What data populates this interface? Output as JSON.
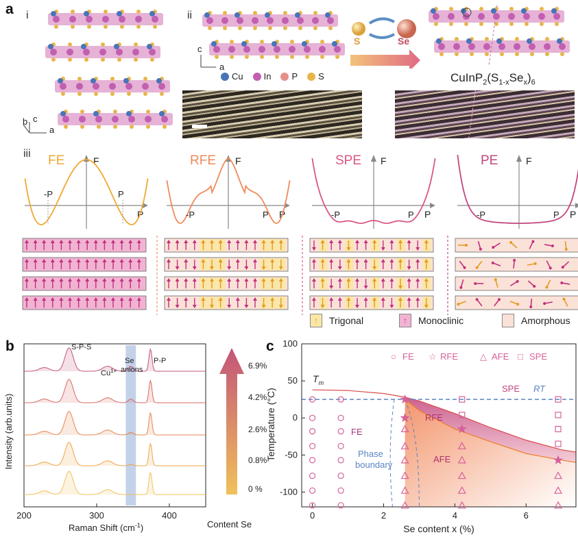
{
  "panel_a": {
    "label": "a",
    "sub_i": "i",
    "sub_ii": "ii",
    "sub_iii": "iii",
    "axes_i": {
      "b": "b",
      "c": "c",
      "a": "a"
    },
    "axes_ii": {
      "c": "c",
      "a": "a"
    },
    "legend_atoms": [
      {
        "label": "Cu",
        "color": "#4a74b8"
      },
      {
        "label": "In",
        "color": "#c25fb0"
      },
      {
        "label": "P",
        "color": "#e58f8a"
      },
      {
        "label": "S",
        "color": "#e8b54a"
      }
    ],
    "swap_s": "S",
    "swap_se": "Se",
    "formula_main": "CuInP",
    "formula_sub1": "2",
    "formula_mid": "(S",
    "formula_sub2": "1-x",
    "formula_se": "Se",
    "formula_sub3": "x",
    "formula_end": ")",
    "formula_sub4": "6",
    "energy_panels": [
      {
        "name": "FE",
        "color": "#f0a830",
        "y_label": "F",
        "x_label": "P",
        "neg": "-P",
        "pos": "P"
      },
      {
        "name": "RFE",
        "color": "#ef8a5a",
        "y_label": "F",
        "x_label": "P",
        "neg": "-P",
        "pos": "P"
      },
      {
        "name": "SPE",
        "color": "#d9577f",
        "y_label": "F",
        "x_label": "P",
        "neg": "-P",
        "pos": "P"
      },
      {
        "name": "PE",
        "color": "#c2467e",
        "y_label": "F",
        "x_label": "P",
        "neg": "-P",
        "pos": "P"
      }
    ],
    "domain_legend": [
      {
        "label": "Trigonal",
        "fill": "#fbe6a8"
      },
      {
        "label": "Monoclinic",
        "fill": "#f1b3d2"
      },
      {
        "label": "Amorphous",
        "fill": "#fbe2d8"
      }
    ]
  },
  "panel_b": {
    "label": "b",
    "ylabel": "Intensity (arb.units)",
    "xlabel": "Raman Shift (cm",
    "xlabel_sup": "-1",
    "xlabel_end": ")",
    "xticks": [
      "200",
      "300",
      "400"
    ],
    "ann_sps": "S-P-S",
    "ann_cu": "Cu",
    "ann_cu_sup": "1+",
    "ann_se1": "Se",
    "ann_se2": "anions",
    "ann_pp": "P-P",
    "content_labels": [
      "6.9%",
      "4.2%",
      "2.6%",
      "0.8%",
      "0 %"
    ],
    "content_title": "Content Se"
  },
  "panel_c": {
    "label": "c",
    "ylabel": "Temperature (°C)",
    "xlabel": "Se content x (%)",
    "xticks": [
      "0",
      "2",
      "4",
      "6"
    ],
    "yticks": [
      "100",
      "50",
      "0",
      "-50",
      "-100"
    ],
    "legend": [
      {
        "sym": "○",
        "label": "FE"
      },
      {
        "sym": "☆",
        "label": "RFE"
      },
      {
        "sym": "△",
        "label": "AFE"
      },
      {
        "sym": "□",
        "label": "SPE"
      }
    ],
    "tm_T": "T",
    "tm_sub": "m",
    "rt": "RT",
    "region_spe": "SPE",
    "region_rfe": "RFE",
    "region_fe": "FE",
    "region_afe": "AFE",
    "phase1": "Phase",
    "phase2": "boundary"
  },
  "chart_data": {
    "type": "scatter",
    "xlabel": "Se content x (%)",
    "ylabel": "Temperature (°C)",
    "xlim": [
      -0.3,
      7.4
    ],
    "ylim": [
      -120,
      100
    ],
    "series": [
      {
        "name": "FE",
        "points": [
          [
            0,
            25
          ],
          [
            0,
            0
          ],
          [
            0,
            -18
          ],
          [
            0,
            -38
          ],
          [
            0,
            -57
          ],
          [
            0,
            -78
          ],
          [
            0,
            -98
          ],
          [
            0,
            -118
          ],
          [
            0.8,
            25
          ],
          [
            0.8,
            0
          ],
          [
            0.8,
            -18
          ],
          [
            0.8,
            -38
          ],
          [
            0.8,
            -57
          ],
          [
            0.8,
            -78
          ],
          [
            0.8,
            -98
          ],
          [
            0.8,
            -118
          ]
        ]
      },
      {
        "name": "RFE",
        "points": [
          [
            2.6,
            25
          ],
          [
            2.6,
            0
          ],
          [
            4.2,
            -15
          ],
          [
            6.9,
            -57
          ]
        ]
      },
      {
        "name": "AFE",
        "points": [
          [
            2.6,
            -15
          ],
          [
            2.6,
            -38
          ],
          [
            2.6,
            -57
          ],
          [
            2.6,
            -78
          ],
          [
            2.6,
            -98
          ],
          [
            2.6,
            -118
          ],
          [
            4.2,
            -38
          ],
          [
            4.2,
            -57
          ],
          [
            4.2,
            -78
          ],
          [
            4.2,
            -98
          ],
          [
            4.2,
            -118
          ],
          [
            6.9,
            -78
          ],
          [
            6.9,
            -98
          ],
          [
            6.9,
            -118
          ]
        ]
      },
      {
        "name": "SPE",
        "points": [
          [
            4.2,
            25
          ],
          [
            4.2,
            4
          ],
          [
            6.9,
            25
          ],
          [
            6.9,
            4
          ],
          [
            6.9,
            -15
          ],
          [
            6.9,
            -35
          ]
        ]
      }
    ],
    "tm_line": [
      [
        0,
        38
      ],
      [
        1,
        37
      ],
      [
        2,
        33
      ],
      [
        2.6,
        28
      ],
      [
        3,
        23
      ],
      [
        4,
        6
      ],
      [
        5,
        -13
      ],
      [
        6,
        -30
      ],
      [
        7,
        -43
      ],
      [
        7.4,
        -46
      ]
    ],
    "lower_line": [
      [
        2.6,
        25
      ],
      [
        3,
        10
      ],
      [
        4,
        -15
      ],
      [
        5,
        -32
      ],
      [
        6,
        -48
      ],
      [
        7,
        -57
      ],
      [
        7.4,
        -60
      ]
    ],
    "rt_level": 25
  }
}
